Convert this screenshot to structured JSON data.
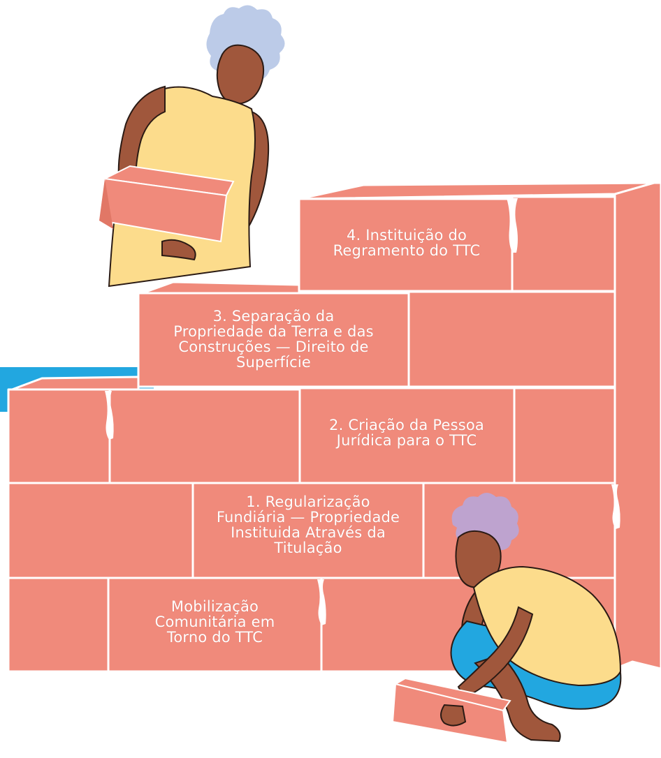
{
  "steps": [
    {
      "id": "step0",
      "lines": [
        "Mobilização",
        "Comunitária em",
        "Torno do TTC"
      ]
    },
    {
      "id": "step1",
      "lines": [
        "1. Regularização",
        "Fundiária — Propriedade",
        "Instituida Através da",
        "Titulação"
      ]
    },
    {
      "id": "step2",
      "lines": [
        "2. Criação da Pessoa",
        "Jurídica para o TTC"
      ]
    },
    {
      "id": "step3",
      "lines": [
        "3. Separação da",
        "Propriedade da Terra e das",
        "Construções — Direito de",
        "Superfície"
      ]
    },
    {
      "id": "step4",
      "lines": [
        "4. Instituição do",
        "Regramento do TTC"
      ]
    }
  ],
  "colors": {
    "brick": "#f08a7b",
    "brick_outline": "#ffffff",
    "skin": "#a0573c",
    "dress": "#fcdc8c",
    "pants": "#22a7e0",
    "hair_top": "#bccbe8",
    "hair_bottom": "#bea3cf",
    "accent_blue": "#22a7e0"
  }
}
